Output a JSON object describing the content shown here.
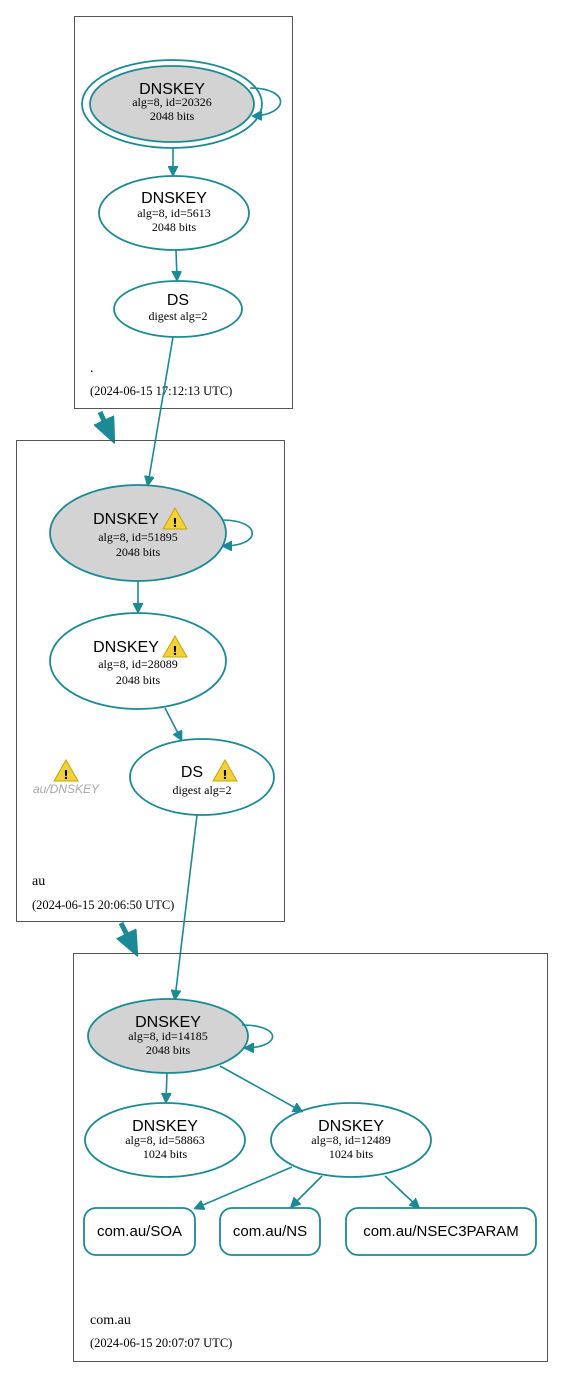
{
  "colors": {
    "edge": "#1a8a96",
    "ksk_fill": "#d3d3d3",
    "zsk_fill": "#ffffff",
    "warning": "#f2d23a"
  },
  "zones": [
    {
      "id": "root",
      "name": ".",
      "timestamp": "(2024-06-15 17:12:13 UTC)",
      "nodes": [
        {
          "type": "DNSKEY",
          "line1": "alg=8, id=20326",
          "line2": "2048 bits",
          "ksk": true,
          "trust_anchor": true,
          "warning": false
        },
        {
          "type": "DNSKEY",
          "line1": "alg=8, id=5613",
          "line2": "2048 bits",
          "ksk": false,
          "warning": false
        },
        {
          "type": "DS",
          "line1": "digest alg=2",
          "warning": false
        }
      ]
    },
    {
      "id": "au",
      "name": "au",
      "timestamp": "(2024-06-15 20:06:50 UTC)",
      "note": "au/DNSKEY",
      "nodes": [
        {
          "type": "DNSKEY",
          "line1": "alg=8, id=51895",
          "line2": "2048 bits",
          "ksk": true,
          "warning": true
        },
        {
          "type": "DNSKEY",
          "line1": "alg=8, id=28089",
          "line2": "2048 bits",
          "ksk": false,
          "warning": true
        },
        {
          "type": "DS",
          "line1": "digest alg=2",
          "warning": true
        }
      ]
    },
    {
      "id": "comau",
      "name": "com.au",
      "timestamp": "(2024-06-15 20:07:07 UTC)",
      "nodes": [
        {
          "type": "DNSKEY",
          "line1": "alg=8, id=14185",
          "line2": "2048 bits",
          "ksk": true,
          "warning": false
        },
        {
          "type": "DNSKEY",
          "line1": "alg=8, id=58863",
          "line2": "1024 bits",
          "ksk": false,
          "warning": false
        },
        {
          "type": "DNSKEY",
          "line1": "alg=8, id=12489",
          "line2": "1024 bits",
          "ksk": false,
          "warning": false
        }
      ],
      "rrsets": [
        "com.au/SOA",
        "com.au/NS",
        "com.au/NSEC3PARAM"
      ]
    }
  ]
}
